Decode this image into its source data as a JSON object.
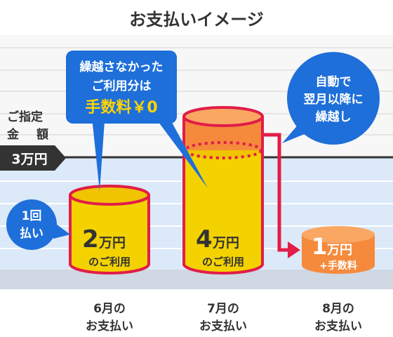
{
  "title": "お支払いイメージ",
  "designated_amount": {
    "label_line1": "ご指定",
    "label_line2_a": "金",
    "label_line2_b": "額",
    "value": "3万円"
  },
  "bubbles": {
    "no_carryover": {
      "line1": "繰越さなかった",
      "line2": "ご利用分は",
      "line3": "手数料￥0"
    },
    "auto_carryover": {
      "line1": "自動で",
      "line2": "翌月以降に",
      "line3": "繰越し"
    },
    "single_payment": {
      "line1": "1回",
      "line2": "払い"
    }
  },
  "columns": [
    {
      "amount_big": "2",
      "amount_unit": "万円",
      "sub": "のご利用",
      "month": "6月の",
      "payment": "お支払い",
      "fill": "#f4d200"
    },
    {
      "amount_big": "4",
      "amount_unit": "万円",
      "sub": "のご利用",
      "month": "7月の",
      "payment": "お支払い",
      "fill": "#f4d200"
    },
    {
      "amount_big": "1",
      "amount_unit": "万円",
      "sub": "+手数料",
      "month": "8月の",
      "payment": "お支払い",
      "fill": "#f58a3c"
    }
  ],
  "colors": {
    "blue": "#1e6fd9",
    "red": "#e11d48",
    "yellow": "#f4d200",
    "orange": "#f58a3c",
    "dark": "#333333",
    "band_light": "#f7f7f7",
    "band_blue": "#dbe9f8",
    "base": "#cfd8e3"
  }
}
